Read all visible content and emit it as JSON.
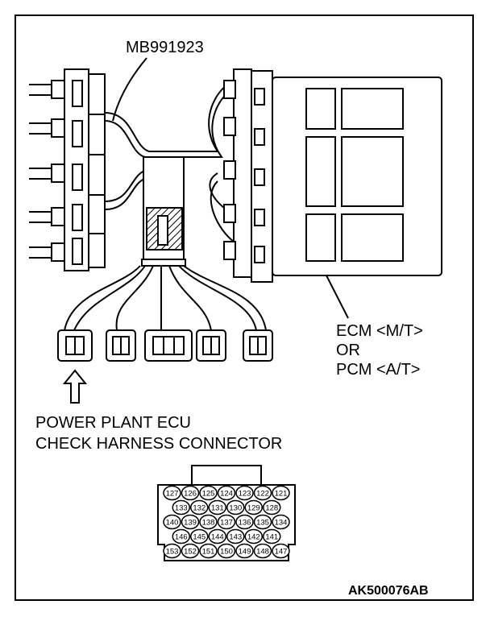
{
  "diagram": {
    "tool_label": "MB991923",
    "ecm_label": [
      "ECM <M/T>",
      "OR",
      "PCM <A/T>"
    ],
    "connector_title": [
      "POWER PLANT ECU",
      "CHECK HARNESS CONNECTOR"
    ],
    "reference_code": "AK500076AB",
    "pin_rows": [
      [
        "127",
        "126",
        "125",
        "124",
        "123",
        "122",
        "121"
      ],
      [
        "133",
        "132",
        "131",
        "130",
        "129",
        "128"
      ],
      [
        "140",
        "139",
        "138",
        "137",
        "136",
        "135",
        "134"
      ],
      [
        "146",
        "145",
        "144",
        "143",
        "142",
        "141"
      ],
      [
        "153",
        "152",
        "151",
        "150",
        "149",
        "148",
        "147"
      ]
    ]
  }
}
